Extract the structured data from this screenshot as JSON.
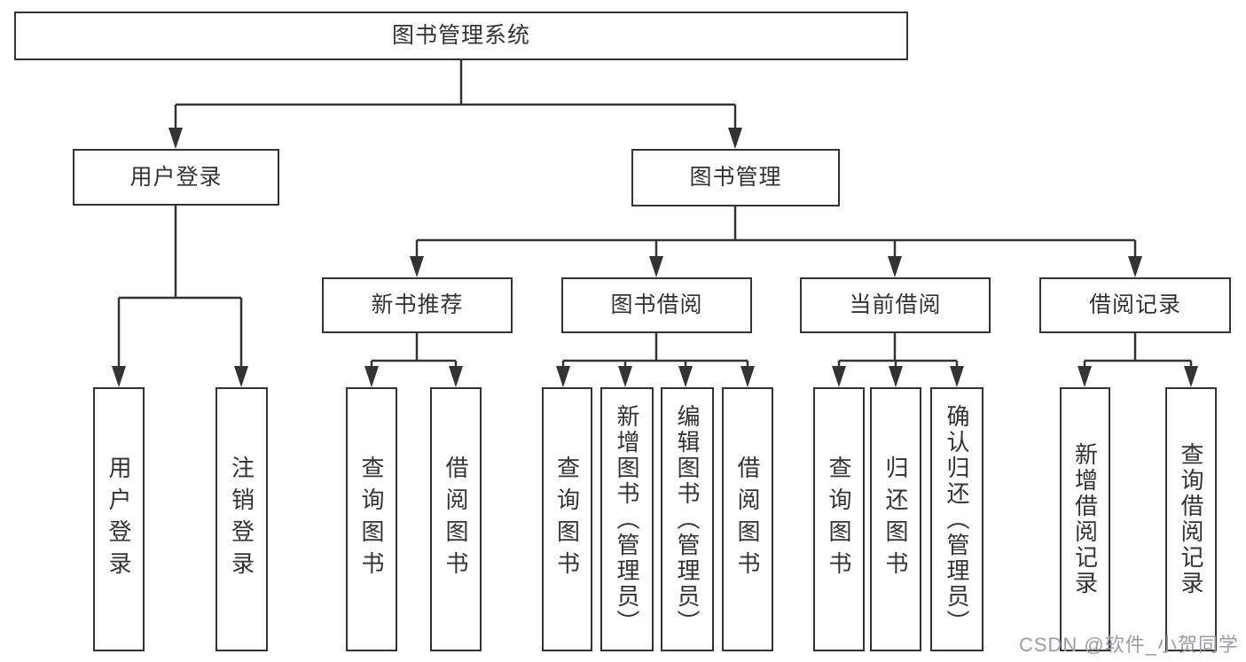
{
  "diagram": {
    "background_color": "#ffffff",
    "box_border_color": "#333333",
    "connector_color": "#333333",
    "text_color": "#333333"
  },
  "tree": {
    "root": {
      "label": "图书管理系统",
      "children": [
        {
          "label": "用户登录",
          "children": [
            {
              "label": "用户登录"
            },
            {
              "label": "注销登录"
            }
          ]
        },
        {
          "label": "图书管理",
          "children": [
            {
              "label": "新书推荐",
              "children": [
                {
                  "label": "查询图书"
                },
                {
                  "label": "借阅图书"
                }
              ]
            },
            {
              "label": "图书借阅",
              "children": [
                {
                  "label": "查询图书"
                },
                {
                  "label": "新增图书（管理员）"
                },
                {
                  "label": "编辑图书（管理员）"
                },
                {
                  "label": "借阅图书"
                }
              ]
            },
            {
              "label": "当前借阅",
              "children": [
                {
                  "label": "查询图书"
                },
                {
                  "label": "归还图书"
                },
                {
                  "label": "确认归还（管理员）"
                }
              ]
            },
            {
              "label": "借阅记录",
              "children": [
                {
                  "label": "新增借阅记录"
                },
                {
                  "label": "查询借阅记录"
                }
              ]
            }
          ]
        }
      ]
    }
  },
  "watermark": {
    "text": "CSDN @软件_小贺同学",
    "color": "#9b9ba1"
  }
}
